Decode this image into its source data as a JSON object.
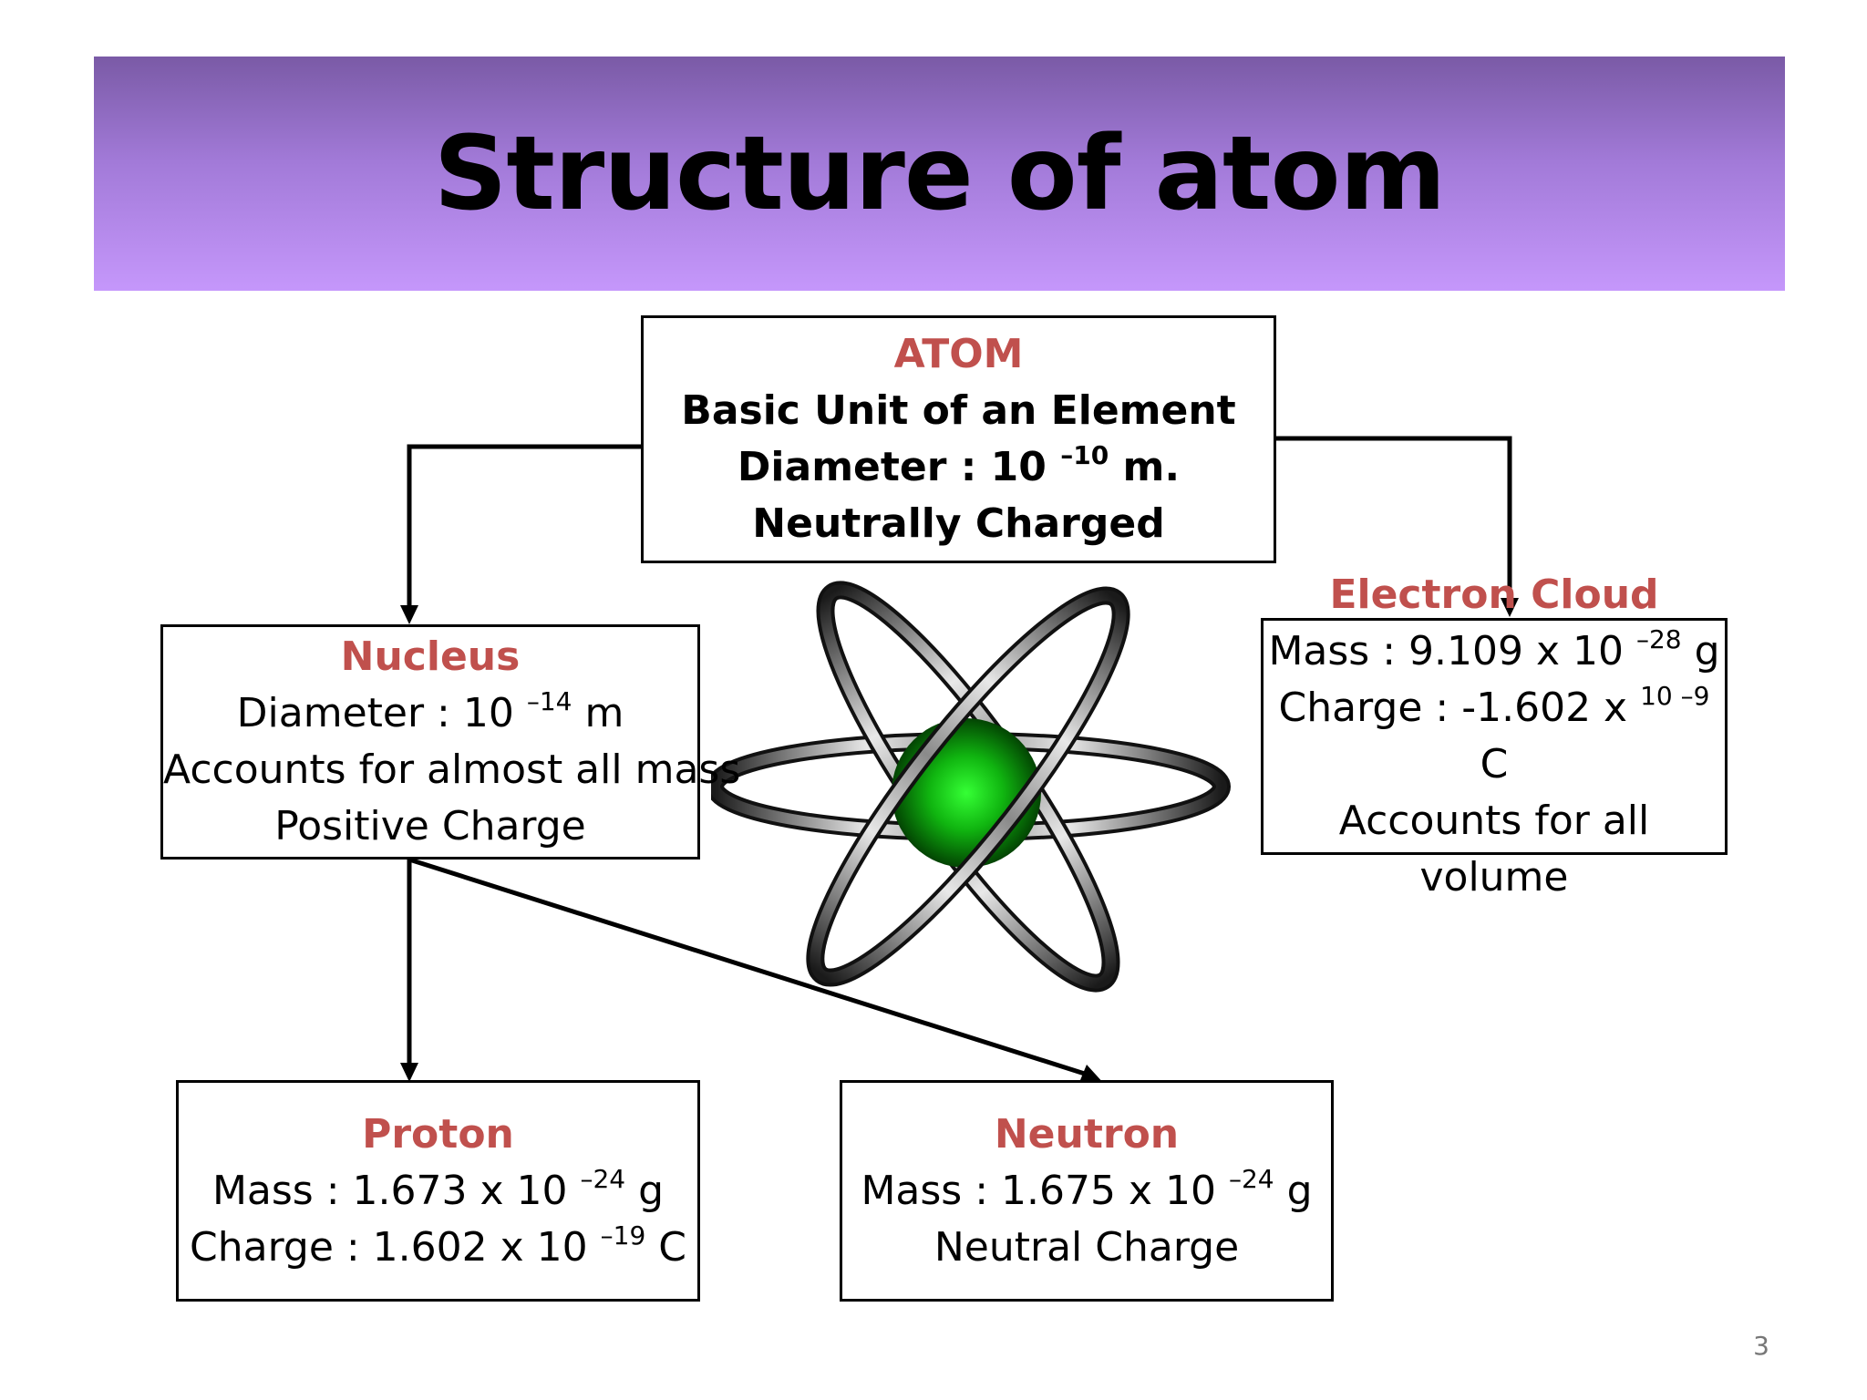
{
  "slide": {
    "title": "Structure of atom",
    "page_number": "3"
  },
  "atom_box": {
    "heading": "ATOM",
    "line1": "Basic Unit of an Element",
    "line2_prefix": "Diameter :  10 ",
    "line2_exp": "–10",
    "line2_suffix": " m.",
    "line3": "Neutrally Charged"
  },
  "nucleus_box": {
    "heading": "Nucleus",
    "line1_prefix": "Diameter : 10 ",
    "line1_exp": "–14",
    "line1_suffix": " m",
    "line2": "Accounts for almost all mass",
    "line3": "Positive Charge"
  },
  "electron_box": {
    "heading": "Electron Cloud",
    "line1_prefix": "Mass : 9.109 x 10 ",
    "line1_exp": "–28",
    "line1_suffix": " g",
    "line2_prefix": "Charge : -1.602 x ",
    "line2_exp": "10 –9",
    "line2_suffix": " C",
    "line3": "Accounts for all volume"
  },
  "proton_box": {
    "heading": "Proton",
    "line1_prefix": "Mass : 1.673 x 10 ",
    "line1_exp": "–24",
    "line1_suffix": " g",
    "line2_prefix": "Charge : 1.602 x 10 ",
    "line2_exp": "–19",
    "line2_suffix": " C"
  },
  "neutron_box": {
    "heading": "Neutron",
    "line1_prefix": "Mass : 1.675 x 10 ",
    "line1_exp": "–24",
    "line1_suffix": " g",
    "line2": "Neutral Charge"
  },
  "colors": {
    "heading_red": "#c0504d",
    "banner_top": "#7a5aa6",
    "banner_bottom": "#c597fb",
    "nucleus_green": "#1fd11f"
  }
}
